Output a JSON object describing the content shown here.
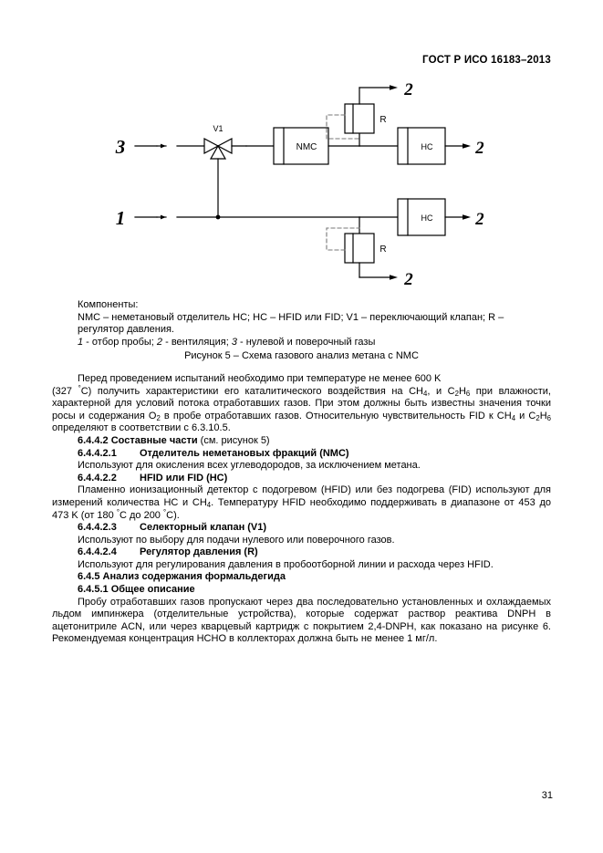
{
  "header": {
    "standard_title": "ГОСТ Р ИСО 16183–2013"
  },
  "figure": {
    "labels": {
      "inlet_zero_gas": "3",
      "inlet_sample": "1",
      "vent_top": "2",
      "vent_top_right": "2",
      "vent_bottom": "2",
      "vent_bottom_right": "2",
      "valve": "V1",
      "nmc": "NMC",
      "hc_top": "HC",
      "hc_bottom": "HC",
      "regulator_top": "R",
      "regulator_bottom": "R"
    }
  },
  "caption": {
    "components_title": "Компоненты:",
    "components_body": "NMC – неметановый отделитель HC; HC – HFID или FID; V1 – переключающий клапан; R – регулятор давления.",
    "legend": {
      "n1": "1",
      "t1": " - отбор пробы; ",
      "n2": "2",
      "t2": " - вентиляция; ",
      "n3": "3",
      "t3": " - нулевой и поверочный газы"
    },
    "figure_caption": "Рисунок 5 – Схема газового анализ метана с NMC"
  },
  "body": {
    "para_intro": {
      "line1": "Перед проведением испытаний необходимо при температуре не менее 600 K",
      "part_a": "(327 ",
      "deg": "°",
      "part_b": "C) получить характеристики его каталитического воздействия на CH",
      "sub_4": "4",
      "part_c": ", и C",
      "sub_2": "2",
      "part_d": "H",
      "sub_6": "6",
      "part_e": " при влажности, характерной для условий потока отработавших газов. При этом должны быть известны значения точки росы и содержания O",
      "sub_o2": "2",
      "part_f": " в пробе отработавших газов. Относительную чувствительность FID к CH",
      "sub_4b": "4",
      "part_g": " и C",
      "sub_2b": "2",
      "part_h": "H",
      "sub_6b": "6",
      "part_i": " определяют в соответствии с 6.3.10.5."
    },
    "h_6442": {
      "num": "6.4.4.2",
      "title": "Составные части",
      "note": "(см. рисунок 5)"
    },
    "h_64421": {
      "num": "6.4.4.2.1",
      "title": "Отделитель неметановых фракций (NMC)"
    },
    "p_64421": "Используют для окисления всех углеводородов, за исключением метана.",
    "h_64422": {
      "num": "6.4.4.2.2",
      "title": "HFID или FID (HC)"
    },
    "p_64422": {
      "part_a": "Пламенно ионизационный детектор с подогревом (HFID) или без подогрева (FID) используют для измерений количества HC и CH",
      "sub_4": "4",
      "part_b": ". Температуру HFID необходимо поддерживать в диапазоне от 453 до 473 K (от 180 ",
      "deg1": "°",
      "part_c": "C до 200  ",
      "deg2": "°",
      "part_d": "C)."
    },
    "h_64423": {
      "num": "6.4.4.2.3",
      "title": "Селекторный клапан (V1)"
    },
    "p_64423": "Используют по выбору для подачи нулевого или поверочного газов.",
    "h_64424": {
      "num": "6.4.4.2.4",
      "title": "Регулятор давления (R)"
    },
    "p_64424": "Используют для регулирования давления в пробоотборной линии и расхода через HFID.",
    "h_645": "6.4.5 Анализ содержания формальдегида",
    "h_6451": "6.4.5.1 Общее описание",
    "p_6451": "Пробу отработавших газов пропускают через два последовательно установленных и охлаждаемых льдом импинжера (отделительные устройства), которые содержат раствор реактива DNPH в ацетонитриле ACN, или через кварцевый картридж с покрытием 2,4-DNPH, как показано на рисунке 6. Рекомендуемая концентрация HCHO в коллекторах должна быть не менее 1 мг/л."
  },
  "footer": {
    "page_number": "31"
  }
}
